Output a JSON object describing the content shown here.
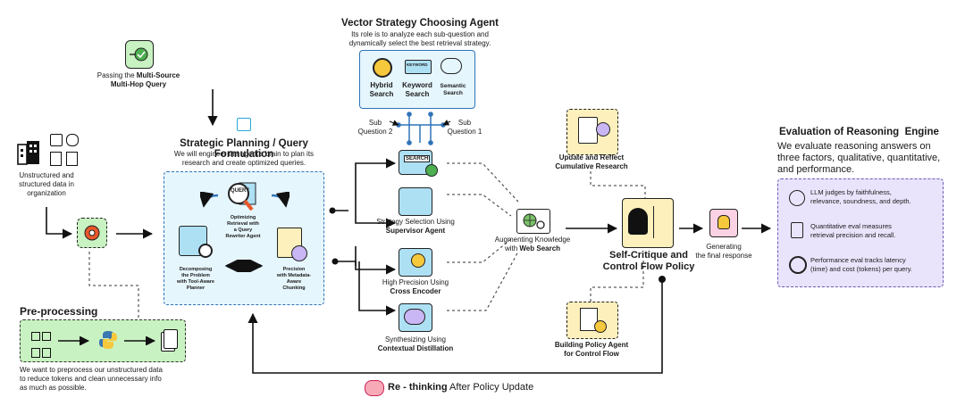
{
  "source": {
    "prefix": "Passing the ",
    "bold": "Multi-Source",
    "bold2": "Multi-Hop Query"
  },
  "unstructured": {
    "line1": "Unstructured and",
    "line2": "structured data in",
    "line3": "organization"
  },
  "preprocessing": {
    "title": "Pre-processing",
    "desc1": "We want to preprocess our unstructured data",
    "desc2": "to reduce tokens and clean unnecessary info",
    "desc3": "as much as possible."
  },
  "planning": {
    "title": "Strategic Planning / Query Formulation",
    "desc1": "We will engineer the agent's brain to plan its",
    "desc2": "research and create optimized queries.",
    "query_word": "QUERY",
    "optimizing": [
      "Optimizing",
      "Retrieval with",
      "a Query",
      "Rewriter Agent"
    ],
    "decomposing": [
      "Decomposing",
      "the Problem",
      "with Tool-Aware",
      "Planner"
    ],
    "precision": [
      "Precision",
      "with Metadata-",
      "Aware",
      "Chunking"
    ]
  },
  "vector": {
    "title": "Vector Strategy Choosing Agent",
    "desc1": "Its role is to analyze each sub-question and",
    "desc2": "dynamically select the best retrieval strategy.",
    "hybrid": [
      "Hybrid",
      "Search"
    ],
    "keyword": [
      "Keyword",
      "Search"
    ],
    "keyword_tag": "KEYWORD",
    "semantic": [
      "Semantic",
      "Search"
    ],
    "sub2": [
      "Sub",
      "Question 2"
    ],
    "sub1": [
      "Sub",
      "Question 1"
    ]
  },
  "tools": {
    "search_tag": "SEARCH",
    "strategy_prefix": "Strategy Selection Using",
    "strategy_bold": "Supervisor Agent",
    "precision_prefix": "High Precision Using",
    "precision_bold": "Cross Encoder",
    "synth_prefix": "Synthesizing Using",
    "synth_bold": "Contextual Distillation"
  },
  "augment": {
    "line1": "Augmenting Knowledge",
    "prefix": "with ",
    "bold": "Web Search"
  },
  "update": {
    "line1": "Update and Reflect",
    "line2": "Cumulative Research"
  },
  "critique": {
    "line1": "Self-Critique and",
    "line2": "Control Flow Policy"
  },
  "policy": {
    "line1": "Building Policy Agent",
    "line2": "for Control Flow"
  },
  "generate": {
    "line1": "Generating",
    "line2": "the final response"
  },
  "rethinking": {
    "bold": "Re - thinking",
    "rest": " After Policy Update"
  },
  "evaluation": {
    "title": "Evaluation of Reasoning  Engine",
    "desc1": "We evaluate reasoning answers on",
    "desc2": "three factors, qualitative, quantitative,",
    "desc3": "and performance.",
    "items": [
      {
        "l1": "LLM judges by faithfulness,",
        "l2": "relevance, soundness, and depth."
      },
      {
        "l1": "Quantitative eval measures",
        "l2": "retrieval precision and recall."
      },
      {
        "l1": "Performance eval tracks latency",
        "l2": "(time) and cost (tokens) per query."
      }
    ]
  },
  "colors": {
    "green": "#c9f2c2",
    "blue_panel": "#e6f6fd",
    "purple_panel": "#e9e4fb",
    "yellow": "#fdf0bd",
    "pink": "#fbd2e3",
    "accent_blue": "#2f73b9"
  }
}
